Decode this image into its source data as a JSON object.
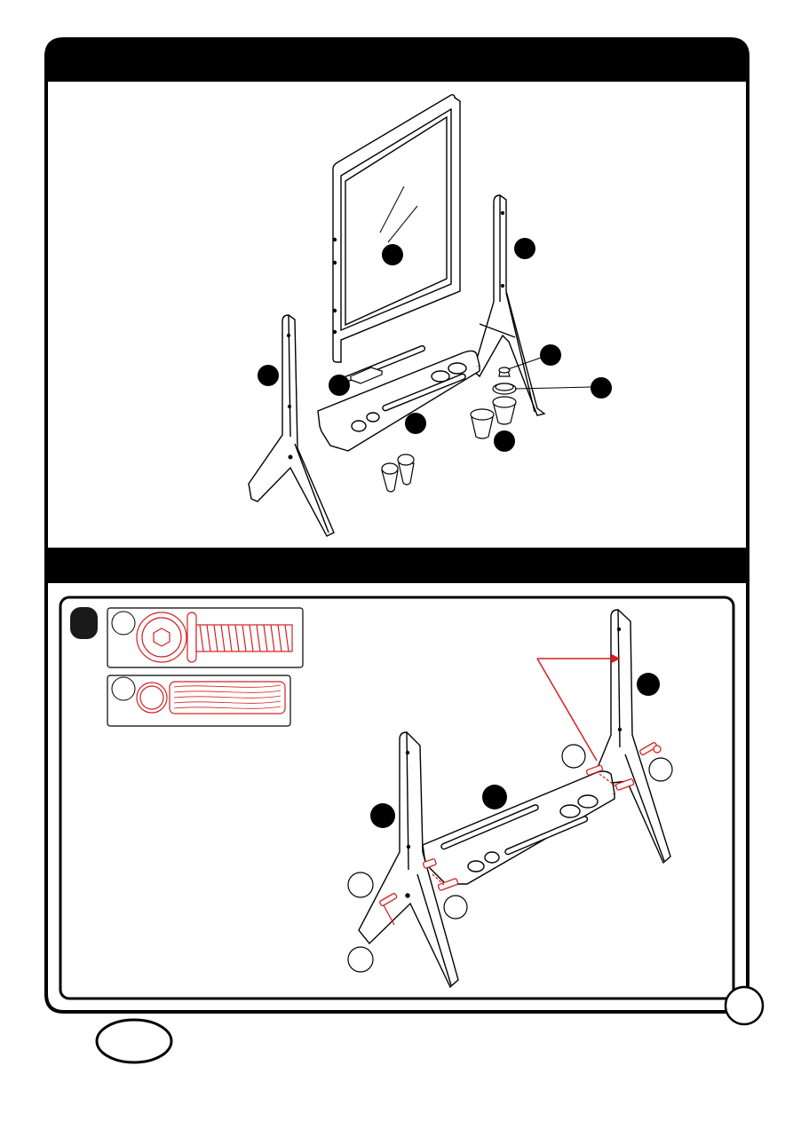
{
  "page": {
    "header_top": "",
    "header_middle": "",
    "page_number": "",
    "bottom_oval_label": ""
  },
  "parts_section": {
    "callouts": [
      {
        "id": "mirror_panel",
        "label": ""
      },
      {
        "id": "right_leg",
        "label": ""
      },
      {
        "id": "left_leg",
        "label": ""
      },
      {
        "id": "tray_shelf",
        "label": ""
      },
      {
        "id": "accessory_tray",
        "label": ""
      },
      {
        "id": "cup_holder",
        "label": ""
      },
      {
        "id": "ring",
        "label": ""
      },
      {
        "id": "cups",
        "label": ""
      }
    ]
  },
  "step_section": {
    "step_number": "",
    "hardware": [
      {
        "id": "bolt",
        "label": "",
        "icon": "hex-bolt-icon"
      },
      {
        "id": "barrel_nut",
        "label": "",
        "icon": "barrel-nut-icon"
      }
    ],
    "callouts": [
      {
        "id": "right_leg",
        "label": ""
      },
      {
        "id": "left_leg",
        "label": ""
      },
      {
        "id": "shelf",
        "label": ""
      }
    ]
  },
  "colors": {
    "ink": "#000000",
    "highlight": "#d62020",
    "paper": "#ffffff"
  }
}
